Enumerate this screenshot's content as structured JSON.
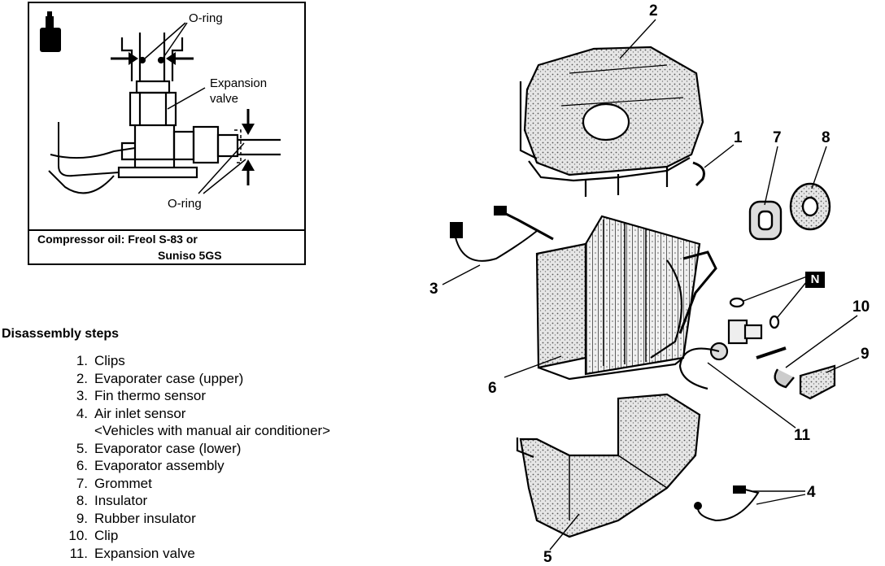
{
  "inset": {
    "label_oring_top": "O-ring",
    "label_expansion_valve": "Expansion\nvalve",
    "label_oring_bottom": "O-ring",
    "compressor_oil_line1": "Compressor oil: Freol S-83 or",
    "compressor_oil_line2": "Suniso 5GS",
    "icon": "oil-can-icon"
  },
  "steps": {
    "title": "Disassembly steps",
    "items": [
      {
        "num": "1.",
        "text": "Clips"
      },
      {
        "num": "2.",
        "text": "Evaporater case (upper)"
      },
      {
        "num": "3.",
        "text": "Fin thermo sensor"
      },
      {
        "num": "4.",
        "text": "Air inlet sensor"
      },
      {
        "num": "",
        "text": "<Vehicles with manual air conditioner>"
      },
      {
        "num": "5.",
        "text": "Evaporator case (lower)"
      },
      {
        "num": "6.",
        "text": "Evaporator assembly"
      },
      {
        "num": "7.",
        "text": "Grommet"
      },
      {
        "num": "8.",
        "text": "Insulator"
      },
      {
        "num": "9.",
        "text": "Rubber insulator"
      },
      {
        "num": "10.",
        "text": "Clip"
      },
      {
        "num": "11.",
        "text": "Expansion valve"
      }
    ]
  },
  "callouts": {
    "c1": "1",
    "c2": "2",
    "c3": "3",
    "c4": "4",
    "c5": "5",
    "c6": "6",
    "c7": "7",
    "c8": "8",
    "c9": "9",
    "c10": "10",
    "c11": "11"
  },
  "badge_n": "N"
}
